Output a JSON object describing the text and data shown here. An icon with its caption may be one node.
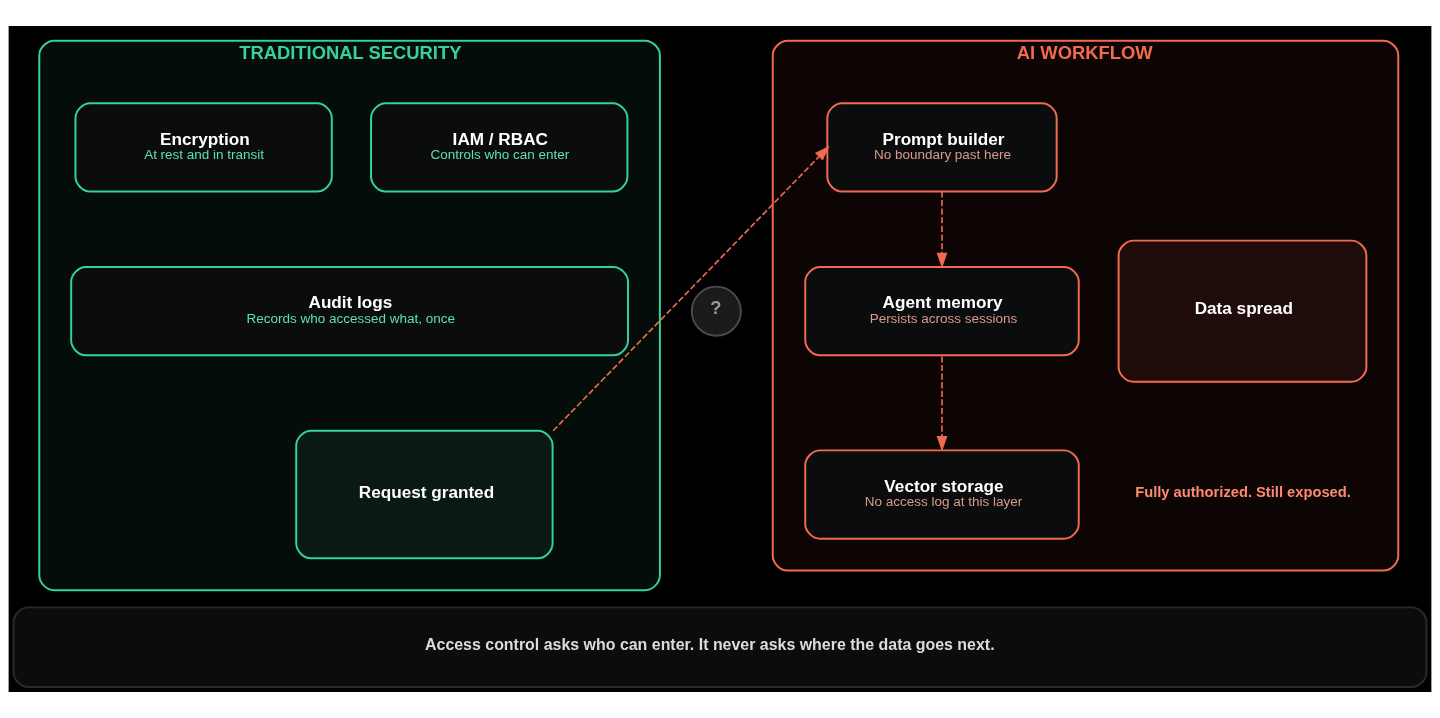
{
  "diagram": {
    "nodes": [
      {
        "text": [
          "TRADITIONAL SECURITY"
        ]
      },
      {
        "text": [
          "Encryption",
          "At rest and in transit"
        ],
        "in": 0
      },
      {
        "text": [
          "IAM / RBAC",
          "Controls who can enter"
        ],
        "in": 0
      },
      {
        "text": [
          "Audit logs",
          "Records who accessed what, once"
        ],
        "in": 0
      },
      {
        "text": [
          "Request granted"
        ],
        "in": 0
      },
      {
        "text": [
          "?"
        ]
      },
      {
        "text": [
          "AI WORKFLOW"
        ]
      },
      {
        "text": [
          "Prompt builder",
          "No boundary past here"
        ],
        "in": 6
      },
      {
        "text": [
          "Agent memory",
          "Persists across sessions"
        ],
        "in": 6
      },
      {
        "text": [
          "Vector storage",
          "No access log at this layer"
        ],
        "in": 6
      },
      {
        "text": [
          "Data spread"
        ],
        "in": 6
      },
      {
        "text": [
          "Access control asks who can enter. It never asks where the data goes next."
        ]
      }
    ],
    "edges": [
      {
        "from": 4,
        "to": 7,
        "arrow": "to",
        "style": "dashed"
      },
      {
        "from": 7,
        "to": 8,
        "arrow": "to",
        "style": "dashed"
      },
      {
        "from": 8,
        "to": 9,
        "arrow": "to",
        "style": "dashed"
      }
    ],
    "labels": [
      "Fully authorized. Still exposed."
    ]
  }
}
